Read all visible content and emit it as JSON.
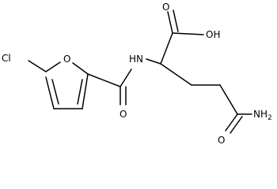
{
  "molecule": {
    "atoms": {
      "cl": "Cl",
      "o_ring": "O",
      "nh": "HN",
      "o_amide1": "O",
      "oh": "OH",
      "o_acid": "O",
      "o_amide2": "O",
      "nh2_n": "NH",
      "nh2_sub": "2"
    }
  }
}
